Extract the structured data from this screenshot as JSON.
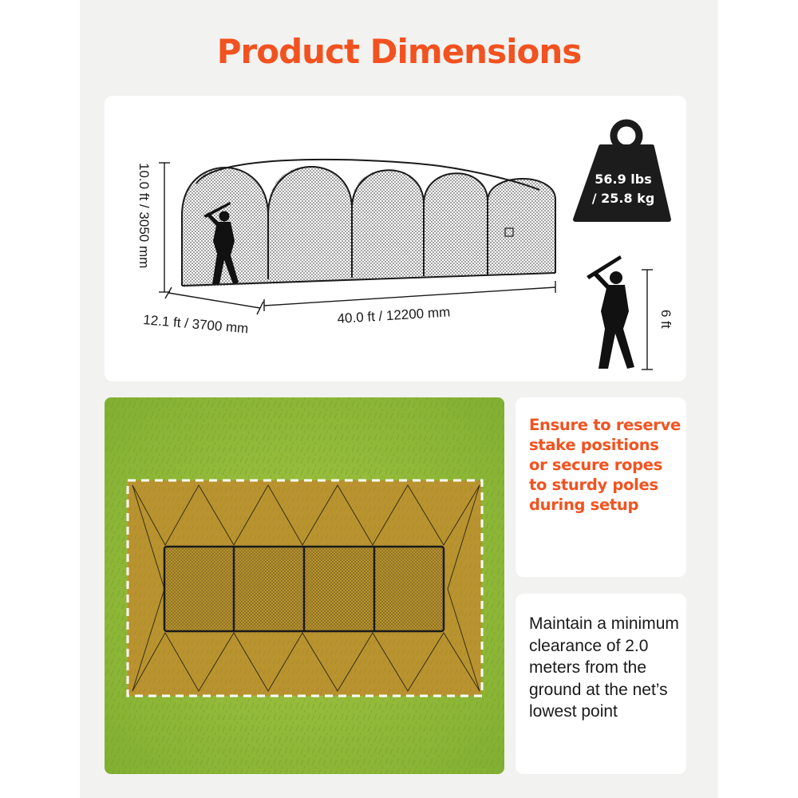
{
  "title": "Product Dimensions",
  "dimensions": {
    "height": "10.0 ft / 3050 mm",
    "width": "12.1 ft / 3700 mm",
    "length": "40.0 ft / 12200 mm",
    "person_height": "6 ft"
  },
  "weight": {
    "line1": "56.9 lbs",
    "line2": "/ 25.8 kg"
  },
  "tip": "Ensure to reserve stake positions or secure ropes to sturdy poles during setup",
  "note": "Maintain a minimum clearance of 2.0 meters from the ground at the net’s lowest point",
  "colors": {
    "accent": "#f2521f",
    "background": "#f2f2f1",
    "card": "#ffffff",
    "grass": "#8fb83a",
    "ground": "#b8932f",
    "weight_icon": "#1c1c1c"
  },
  "icons": [
    "weight-icon",
    "batter-silhouette"
  ]
}
